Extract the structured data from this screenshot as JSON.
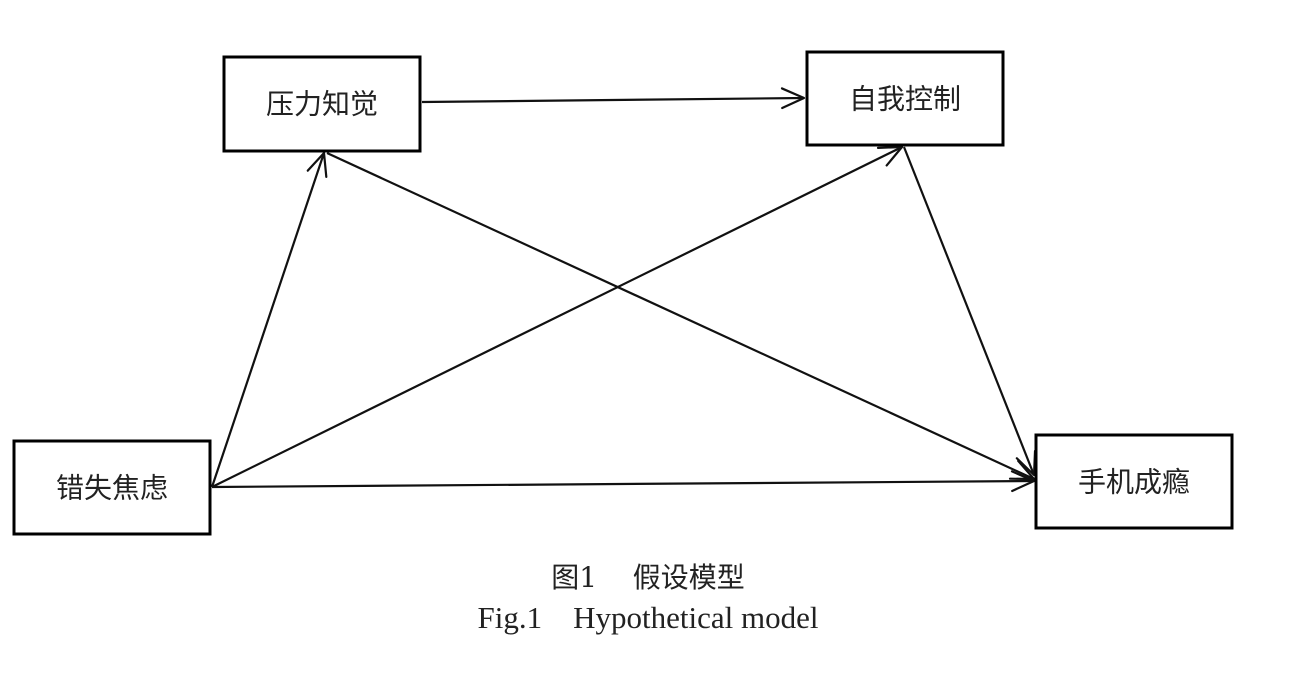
{
  "nodes": {
    "stress": {
      "label": "压力知觉"
    },
    "selfcontrol": {
      "label": "自我控制"
    },
    "fomo": {
      "label": "错失焦虑"
    },
    "addiction": {
      "label": "手机成瘾"
    }
  },
  "edges": [
    {
      "from": "fomo",
      "to": "stress"
    },
    {
      "from": "fomo",
      "to": "selfcontrol"
    },
    {
      "from": "fomo",
      "to": "addiction"
    },
    {
      "from": "stress",
      "to": "selfcontrol"
    },
    {
      "from": "stress",
      "to": "addiction"
    },
    {
      "from": "selfcontrol",
      "to": "addiction"
    }
  ],
  "caption": {
    "zh": "图1    假设模型",
    "en": "Fig.1    Hypothetical model"
  }
}
